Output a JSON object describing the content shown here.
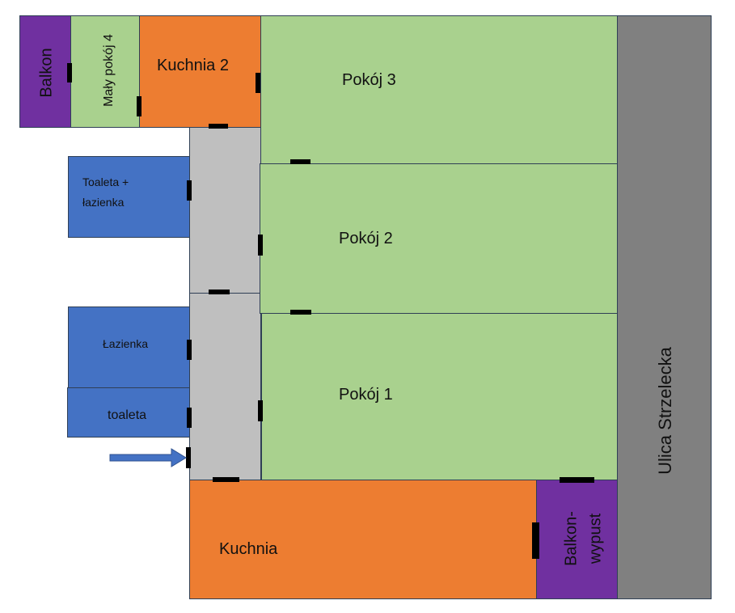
{
  "rooms": {
    "balkon": "Balkon",
    "maly_pokoj_4": "Mały pokój 4",
    "kuchnia_2": "Kuchnia 2",
    "pokoj_3": "Pokój 3",
    "pokoj_2": "Pokój 2",
    "pokoj_1": "Pokój 1",
    "toaleta_lazienka_line1": "Toaleta +",
    "toaleta_lazienka_line2": "łazienka",
    "lazienka": "Łazienka",
    "toaleta": "toaleta",
    "kuchnia": "Kuchnia",
    "balkon_wypust_line1": "Balkon-",
    "balkon_wypust_line2": "wypust",
    "street": "Ulica Strzelecka"
  },
  "colors": {
    "room_green": "#a9d18e",
    "kitchen_orange": "#ed7d31",
    "balcony_purple": "#7030a0",
    "bathroom_blue": "#4472c4",
    "corridor_gray": "#bfbfbf",
    "street_gray": "#808080",
    "door_black": "#000000",
    "entrance_arrow": "#4472c4"
  },
  "icons": {
    "entrance": "entrance-arrow-icon"
  }
}
